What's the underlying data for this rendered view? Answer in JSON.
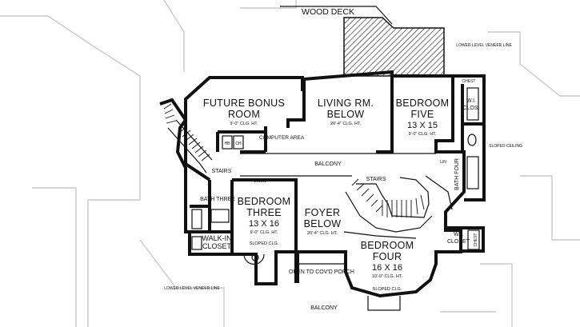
{
  "labels": {
    "wood_deck": "WOOD DECK",
    "lower_level_veneer_line": "LOWER LEVEL VENEER LINE",
    "sloped_ceiling": "SLOPED CEILING",
    "sloped_clg": "SLOPED CLG.",
    "balcony": "BALCONY",
    "stairs": "STAIRS",
    "linen": "LINEN",
    "chest": "CHEST",
    "lin": "LIN",
    "computer_area": "COMPUTER AREA",
    "open_to_covd_porch": "OPEN TO COV'D PORCH",
    "fixture_labels": [
      "HB",
      "CH"
    ]
  },
  "rooms": {
    "future_bonus": {
      "name1": "FUTURE BONUS",
      "name2": "ROOM",
      "ht": "9'-0\" CLG. HT."
    },
    "living_below": {
      "name1": "LIVING RM.",
      "name2": "BELOW",
      "ht": "20'-4\" CLG. HT."
    },
    "bedroom_five": {
      "name1": "BEDROOM",
      "name2": "FIVE",
      "dims": "13 X 15",
      "ht": "9'-0\" CLG. HT."
    },
    "wi_closet_five": {
      "name1": "W.I.",
      "name2": "CLOS."
    },
    "bath_four": {
      "name": "BATH FOUR"
    },
    "bath_three": {
      "name": "BATH THREE"
    },
    "bedroom_three": {
      "name1": "BEDROOM",
      "name2": "THREE",
      "dims": "13 X 16",
      "ht": "9'-0\" CLG. HT."
    },
    "foyer_below": {
      "name1": "FOYER",
      "name2": "BELOW",
      "ht": "20'-4\" CLG. HT."
    },
    "walk_in_closet": {
      "name1": "WALK-IN",
      "name2": "CLOSET"
    },
    "bedroom_four": {
      "name1": "BEDROOM",
      "name2": "FOUR",
      "dims": "16 X 16",
      "ht": "10'-0\" CLG. HT."
    },
    "wi_closet_four": {
      "name1": "W.I.",
      "name2": "CLOSET"
    }
  }
}
